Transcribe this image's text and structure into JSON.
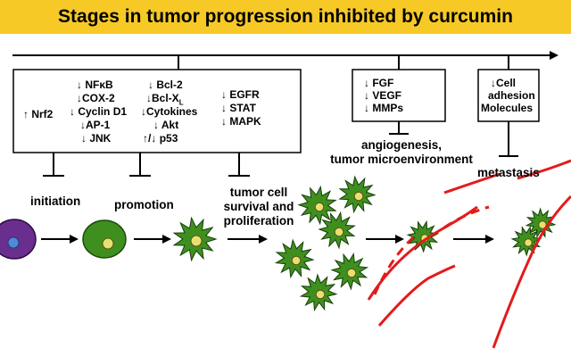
{
  "title": "Stages in tumor progression inhibited by curcumin",
  "colors": {
    "banner": "#f6c927",
    "initial_cell": "#6a2e8f",
    "cell_green": "#3f8f1f",
    "nucleus": "#e8e070",
    "vessel": "#e31b1b"
  },
  "boxes": {
    "box1": {
      "col_a": [
        "Nrf2"
      ],
      "col_b": [
        "NFκB",
        "COX-2",
        "Cyclin D1",
        "AP-1",
        "JNK"
      ],
      "col_c": [
        "Bcl-2",
        "Bcl-X",
        "Cytokines",
        "Akt",
        "p53"
      ],
      "bclx_subscript": "L",
      "col_d": [
        "EGFR",
        "STAT",
        "MAPK"
      ]
    },
    "box2": {
      "items": [
        "FGF",
        "VEGF",
        "MMPs"
      ]
    },
    "box3": {
      "items": [
        "Cell",
        "adhesion",
        "Molecules"
      ]
    }
  },
  "arrows": {
    "up": "↑",
    "down": "↓"
  },
  "stages": {
    "initiation": "initiation",
    "promotion": "promotion",
    "survival": [
      "tumor cell",
      "survival and",
      "proliferation"
    ],
    "angiogenesis": [
      "angiogenesis,",
      "tumor microenvironment"
    ],
    "metastasis": "metastasis"
  },
  "icons": [
    "arrow-right-icon",
    "inhibition-tee-icon",
    "tumor-cell-icon",
    "blood-vessel-icon"
  ]
}
